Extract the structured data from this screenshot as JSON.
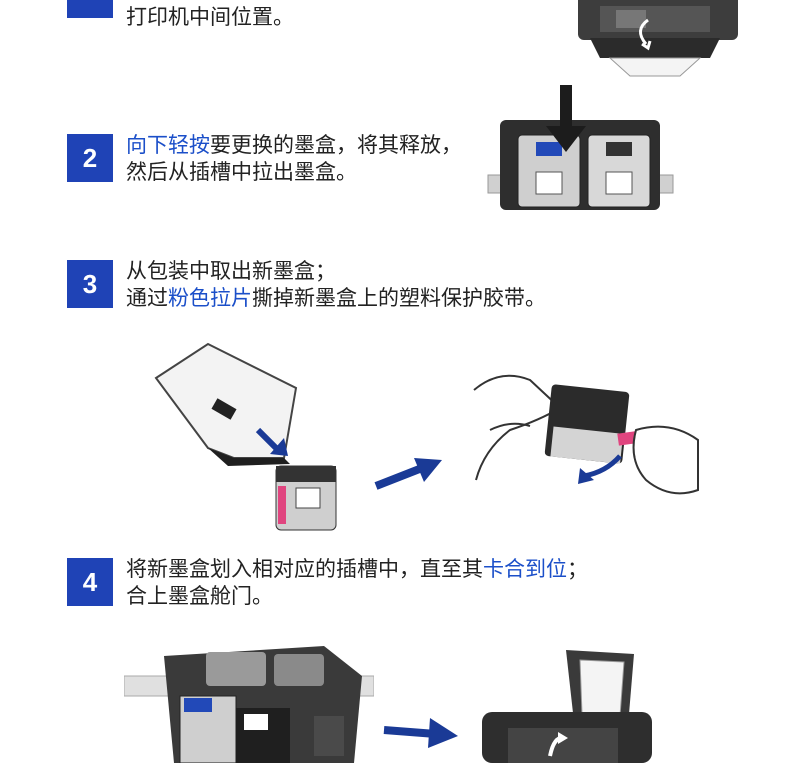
{
  "steps": [
    {
      "number": "",
      "text": "打印机中间位置。"
    },
    {
      "number": "2",
      "line1_highlight": "向下轻按",
      "line1_rest": "要更换的墨盒，将其释放，",
      "line2": "然后从插槽中拉出墨盒。"
    },
    {
      "number": "3",
      "line1": "从包装中取出新墨盒；",
      "line2_pre": "通过",
      "line2_highlight": "粉色拉片",
      "line2_post": "撕掉新墨盒上的塑料保护胶带。"
    },
    {
      "number": "4",
      "line1_pre": "将新墨盒划入相对应的插槽中，直至其",
      "line1_highlight": "卡合到位",
      "line1_post": "；",
      "line2": "合上墨盒舱门。"
    }
  ],
  "colors": {
    "badge": "#1f43b6",
    "highlight": "#1b4fc9",
    "arrow": "#1a3a96",
    "tape": "#e0457f"
  }
}
